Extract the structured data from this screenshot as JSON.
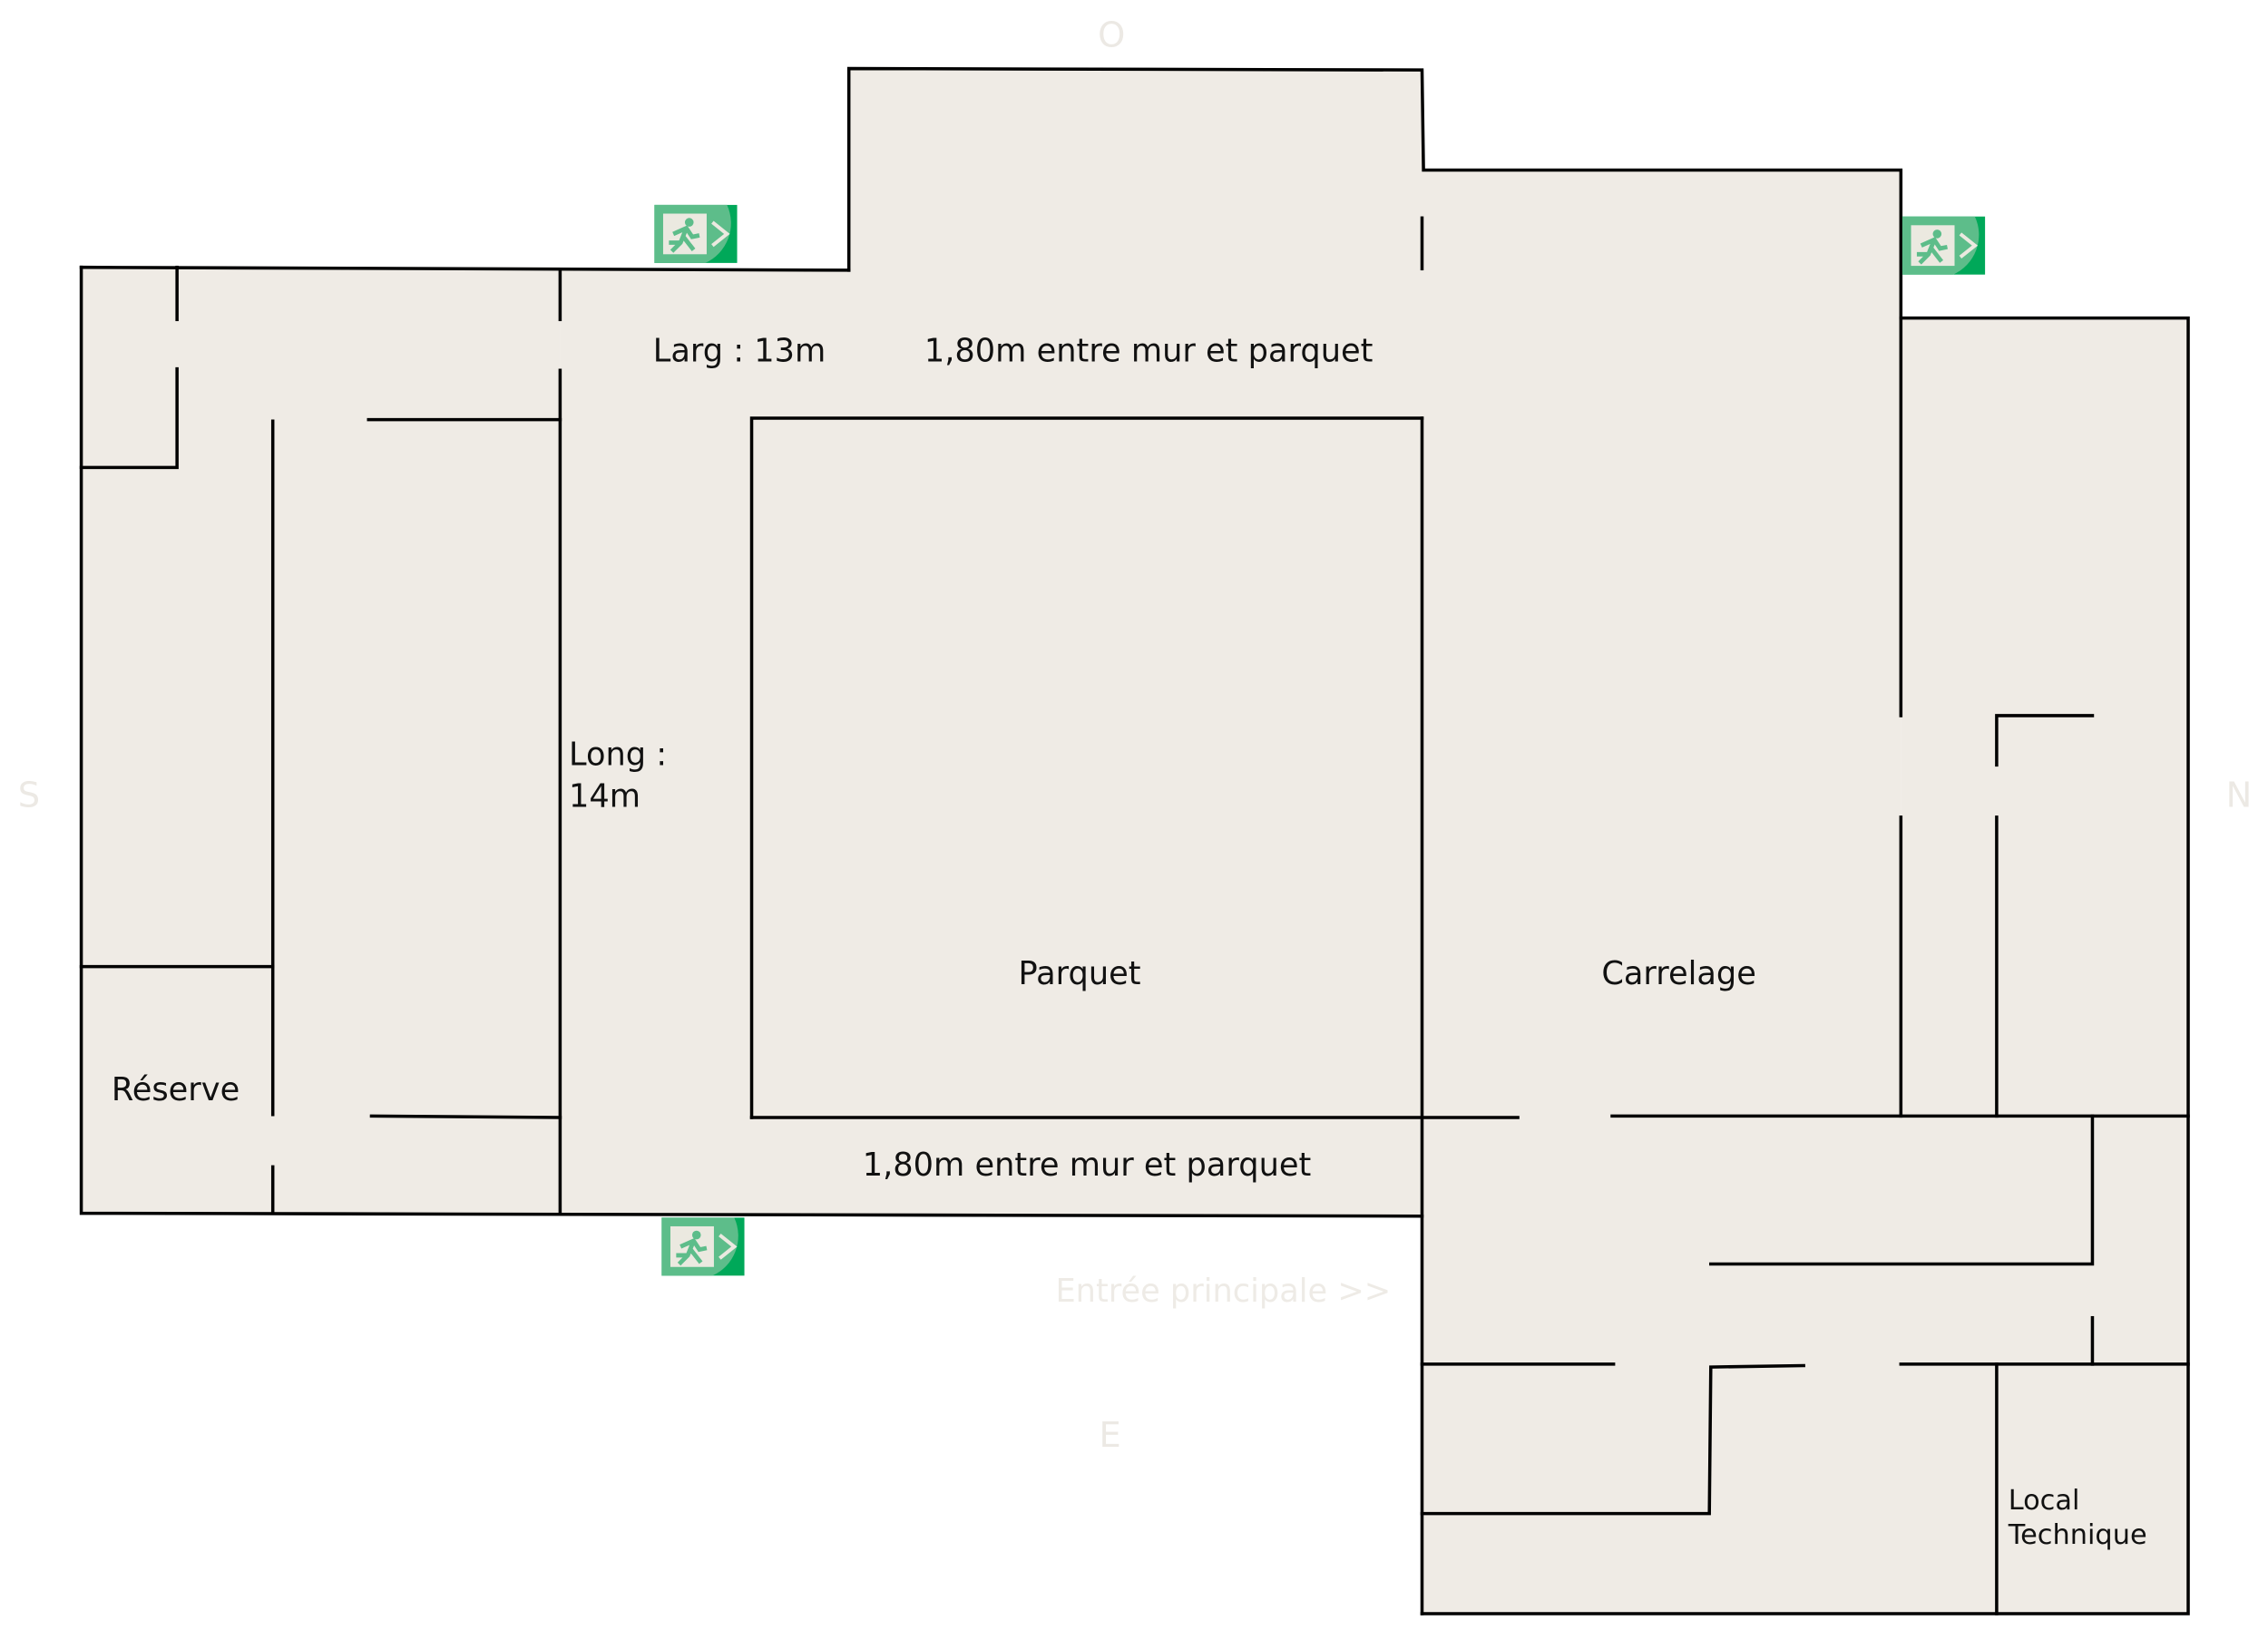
{
  "compass": {
    "north": "N",
    "south": "S",
    "east": "E",
    "west": "O"
  },
  "rooms": {
    "parquet": "Parquet",
    "carrelage": "Carrelage",
    "reserve": "Réserve",
    "local_line1": "Local",
    "local_line2": "Technique"
  },
  "dimensions": {
    "width": "Larg : 13m",
    "length_line1": "Long :",
    "length_line2": "14m",
    "gap_top": "1,80m entre mur et parquet",
    "gap_bottom": "1,80m entre mur et parquet"
  },
  "entrance": "Entrée principale >>",
  "exit_signs": [
    "emergency-exit-icon",
    "emergency-exit-icon",
    "emergency-exit-icon"
  ],
  "colors": {
    "floor": "#efebe5",
    "exit_green": "#00a859",
    "exit_light": "#5dbd8a"
  }
}
